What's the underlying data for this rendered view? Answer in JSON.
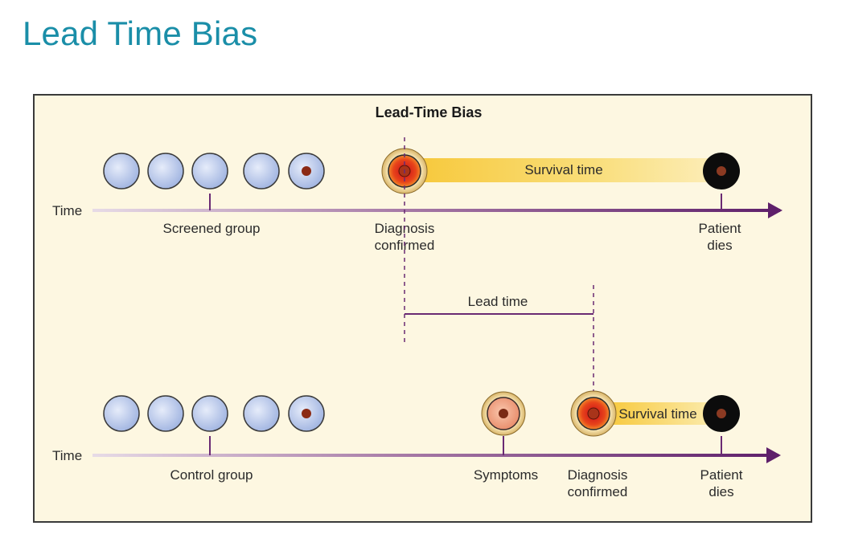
{
  "slide": {
    "title": "Lead Time Bias"
  },
  "diagram": {
    "title": "Lead-Time Bias",
    "screened": {
      "axis_label": "Time",
      "group_label": "Screened group",
      "diagnosis_label": [
        "Diagnosis",
        "confirmed"
      ],
      "survival_label": "Survival time",
      "death_label": [
        "Patient",
        "dies"
      ]
    },
    "lead_time_label": "Lead time",
    "control": {
      "axis_label": "Time",
      "group_label": "Control group",
      "symptoms_label": "Symptoms",
      "diagnosis_label": [
        "Diagnosis",
        "confirmed"
      ],
      "survival_label": "Survival time",
      "death_label": [
        "Patient",
        "dies"
      ]
    },
    "colors": {
      "title": "#1a8ea8",
      "axis": "#6a2a73",
      "background": "#fdf7e1",
      "healthy_cell": "#b8c8ec",
      "cancer_core": "#8b2a14",
      "survival_bar": "#f7d24a"
    }
  }
}
